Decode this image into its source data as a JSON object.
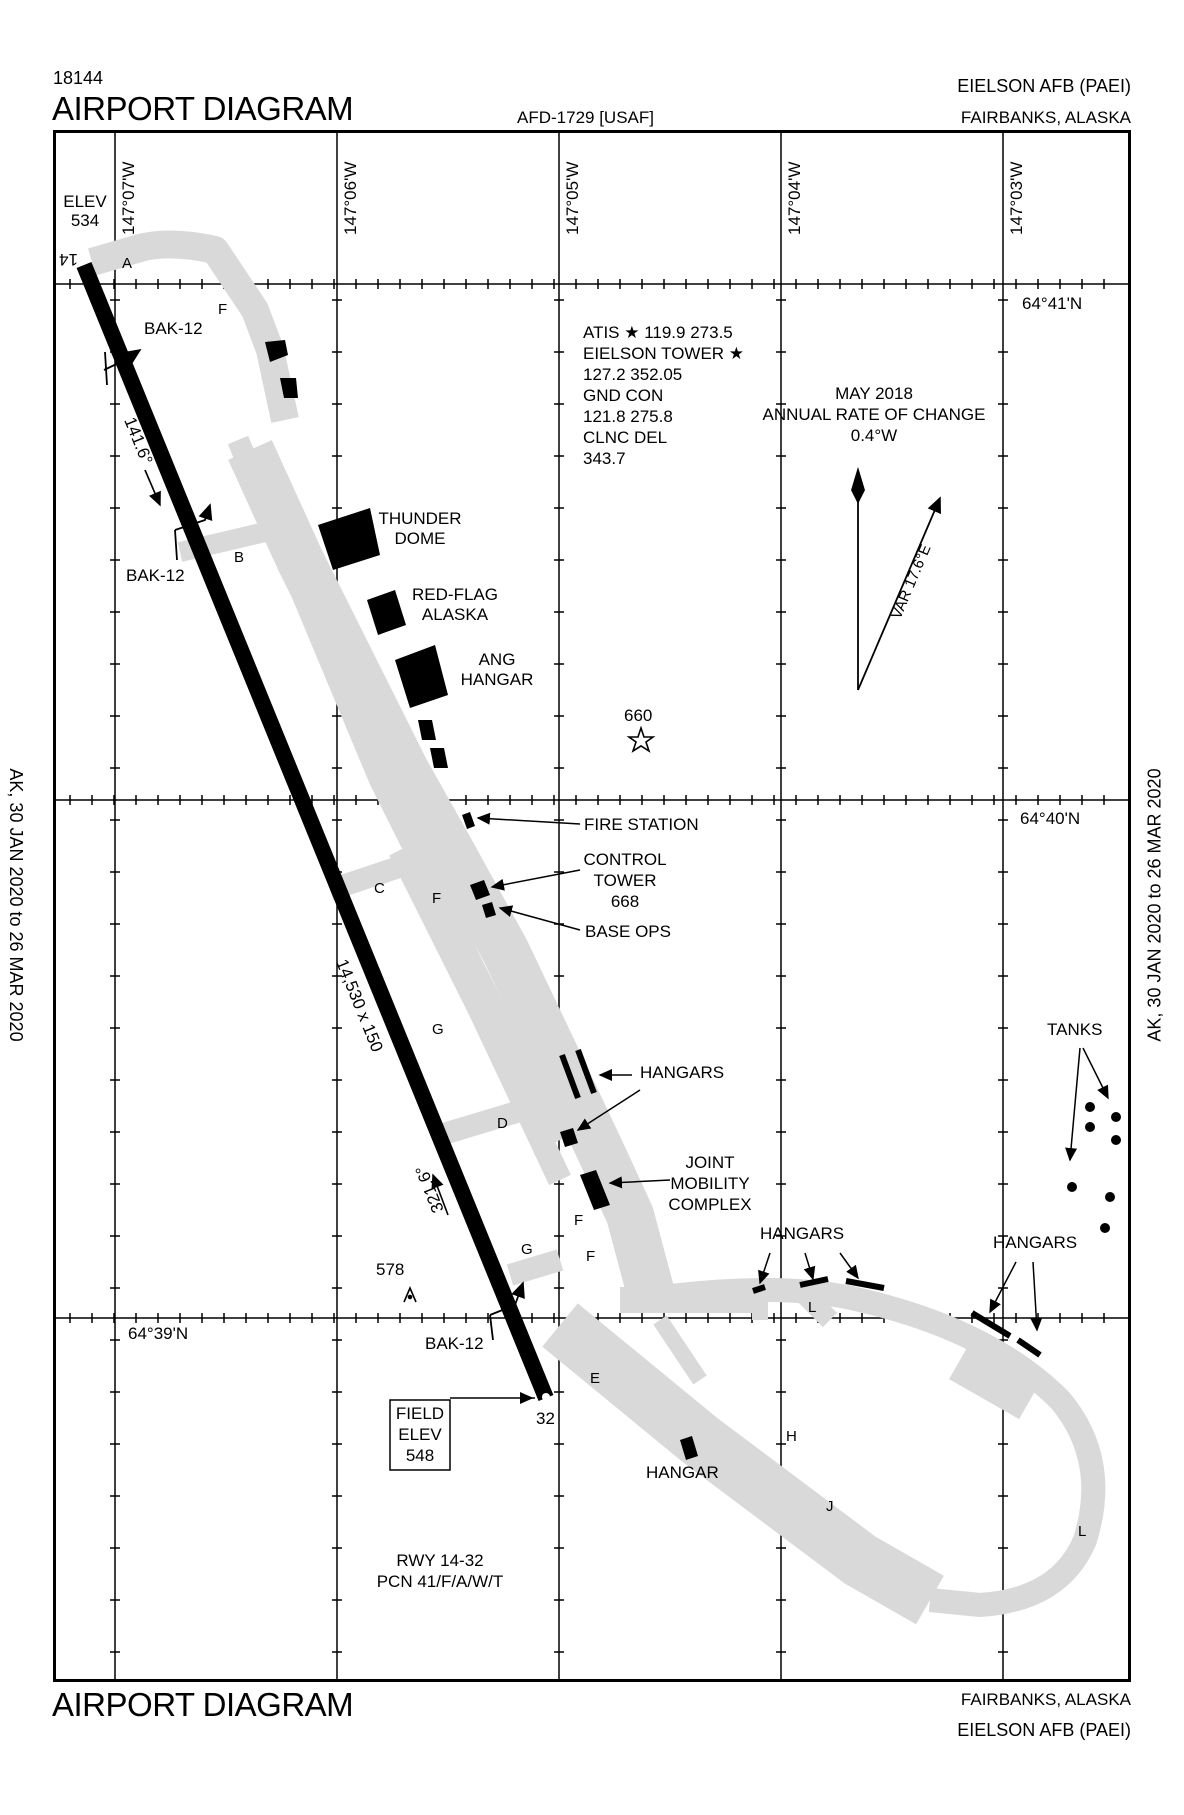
{
  "header": {
    "chart_number": "18144",
    "title": "AIRPORT DIAGRAM",
    "afd": "AFD-1729 [USAF]",
    "airport": "EIELSON AFB   (PAEI)",
    "location": "FAIRBANKS,  ALASKA"
  },
  "footer": {
    "title": "AIRPORT DIAGRAM",
    "location": "FAIRBANKS,  ALASKA",
    "airport": "EIELSON AFB   (PAEI)"
  },
  "side_note": "AK,  30 JAN 2020  to  26 MAR 2020",
  "longitudes": [
    "147°07'W",
    "147°06'W",
    "147°05'W",
    "147°04'W",
    "147°03'W"
  ],
  "latitudes": [
    "64°41'N",
    "64°40'N",
    "64°39'N"
  ],
  "elev_label": "ELEV",
  "elev_value": "534",
  "frequencies": [
    "ATIS ★ 119.9   273.5",
    "EIELSON TOWER ★",
    "127.2   352.05",
    "GND CON",
    "121.8   275.8",
    "CLNC DEL",
    "343.7"
  ],
  "magnetic": {
    "date": "MAY 2018",
    "rate_label": "ANNUAL RATE OF CHANGE",
    "rate": "0.4°W",
    "variation": "VAR 17.6°E"
  },
  "runway": {
    "end_north": "14",
    "end_south": "32",
    "dimensions": "14,530 x 150",
    "heading_1": "141.6°",
    "heading_2": "321.6°",
    "designation": "RWY 14-32",
    "pcn": "PCN 41/F/A/W/T"
  },
  "field_elev": {
    "label1": "FIELD",
    "label2": "ELEV",
    "value": "548"
  },
  "arresting": [
    "BAK-12",
    "BAK-12",
    "BAK-12"
  ],
  "buildings": {
    "thunder_dome": [
      "THUNDER",
      "DOME"
    ],
    "red_flag": [
      "RED-FLAG",
      "ALASKA"
    ],
    "ang_hangar": [
      "ANG",
      "HANGAR"
    ],
    "fire_station": "FIRE STATION",
    "control_tower": [
      "CONTROL",
      "TOWER",
      "668"
    ],
    "base_ops": "BASE OPS",
    "hangars": "HANGARS",
    "joint_mobility": [
      "JOINT",
      "MOBILITY",
      "COMPLEX"
    ],
    "hangar": "HANGAR",
    "tanks": "TANKS"
  },
  "obstacles": {
    "obstacle_660": "660",
    "obstacle_578": "578"
  },
  "taxiways": [
    "A",
    "F",
    "B",
    "C",
    "F",
    "G",
    "D",
    "G",
    "F",
    "F",
    "E",
    "L",
    "H",
    "J",
    "L"
  ],
  "colors": {
    "taxiway": "#d9d9d9",
    "ink": "#000000"
  }
}
